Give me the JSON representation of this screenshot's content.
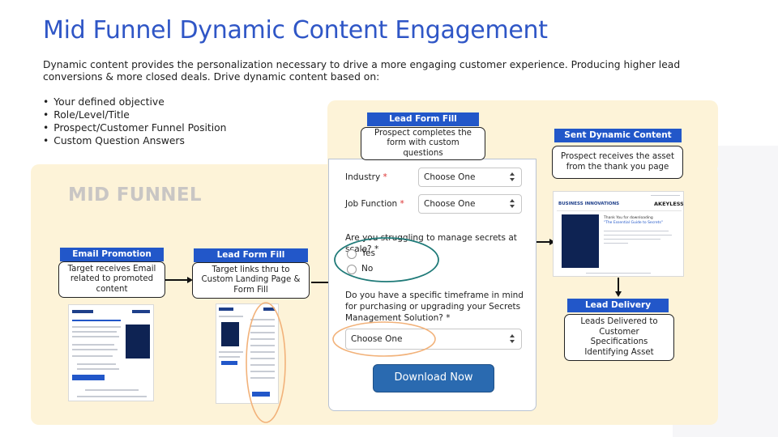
{
  "title": "Mid Funnel Dynamic Content Engagement",
  "intro": "Dynamic content provides the personalization necessary to drive a more engaging customer experience.  Producing higher lead conversions & more closed deals. Drive dynamic content based on:",
  "bullets": [
    "Your defined objective",
    "Role/Level/Title",
    "Prospect/Customer Funnel Position",
    "Custom Question Answers"
  ],
  "stage_label": "MID FUNNEL",
  "steps": {
    "email": {
      "label": "Email Promotion",
      "desc": "Target receives Email related to promoted content"
    },
    "lead_form_1": {
      "label": "Lead Form Fill",
      "desc": "Target links thru to Custom Landing Page & Form Fill"
    },
    "lead_form_2": {
      "label": "Lead Form Fill",
      "desc_bold": "Prospect",
      "desc": " completes the form with custom questions"
    },
    "sent_content": {
      "label": "Sent Dynamic Content",
      "desc_bold": "Prospect",
      "desc": " receives the asset from the thank you page"
    },
    "delivery": {
      "label": "Lead Delivery",
      "desc": "Leads Delivered to Customer Specifications Identifying Asset"
    }
  },
  "form": {
    "industry_label": "Industry",
    "industry_value": "Choose One",
    "job_label": "Job Function",
    "job_value": "Choose One",
    "required_mark": "*",
    "question1": "Are you struggling to manage secrets at scale?",
    "q1_options": [
      "Yes",
      "No"
    ],
    "question2": "Do you have a specific timeframe in mind for purchasing or upgrading your Secrets Management Solution?",
    "timeframe_value": "Choose One",
    "download_label": "Download Now"
  },
  "asset": {
    "brand": "BUSINESS INNOVATIONS",
    "partner": "AKEYLESS",
    "thanks": "Thank You for downloading",
    "asset_title": "\"The Essential Guide to Secrets\""
  },
  "colors": {
    "title": "#2f56c6",
    "label_bar": "#2257c9",
    "highlight_bg": "#fdf3d8",
    "ellipse_teal": "#1f7a78",
    "ellipse_orange": "#f2b27a",
    "download_button": "#2a6ab0"
  }
}
